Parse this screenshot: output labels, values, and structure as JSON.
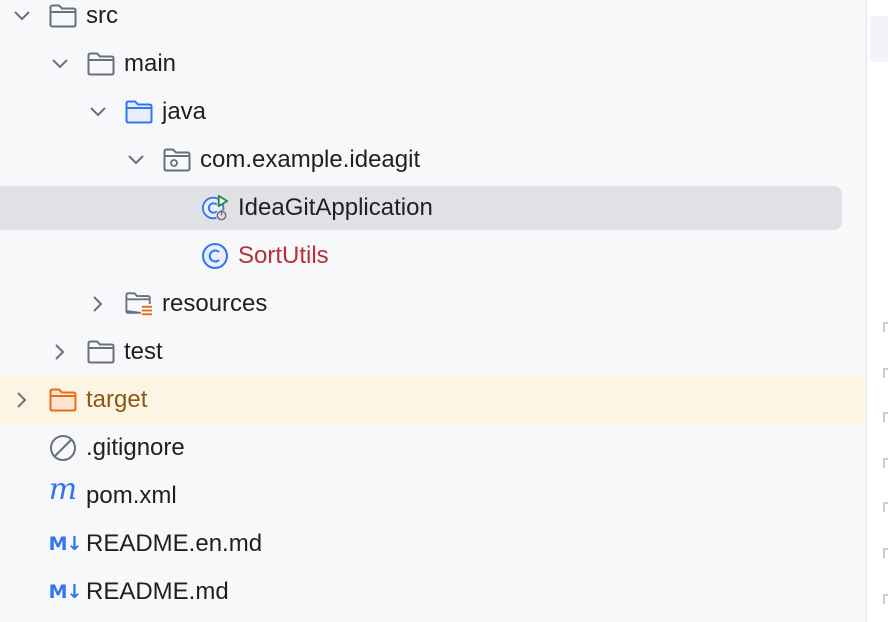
{
  "tree": {
    "items": [
      {
        "label": "src",
        "icon": "folder-icon"
      },
      {
        "label": "main",
        "icon": "folder-icon"
      },
      {
        "label": "java",
        "icon": "source-folder-icon"
      },
      {
        "label": "com.example.ideagit",
        "icon": "package-icon"
      },
      {
        "label": "IdeaGitApplication",
        "icon": "spring-boot-class-icon"
      },
      {
        "label": "SortUtils",
        "icon": "class-icon"
      },
      {
        "label": "resources",
        "icon": "resources-folder-icon"
      },
      {
        "label": "test",
        "icon": "folder-icon"
      },
      {
        "label": "target",
        "icon": "excluded-folder-icon"
      },
      {
        "label": ".gitignore",
        "icon": "ignore-file-icon"
      },
      {
        "label": "pom.xml",
        "icon": "maven-icon"
      },
      {
        "label": "README.en.md",
        "icon": "markdown-icon"
      },
      {
        "label": "README.md",
        "icon": "markdown-icon"
      }
    ],
    "markdown_icon_text": "M↓",
    "maven_icon_text": "m"
  },
  "colors": {
    "selected_row": "#dfe1e5",
    "ignored_row": "#fdf5e3",
    "modified_text": "#b8303f",
    "ignored_text": "#8c5a0f",
    "accent_blue": "#3574f0"
  }
}
